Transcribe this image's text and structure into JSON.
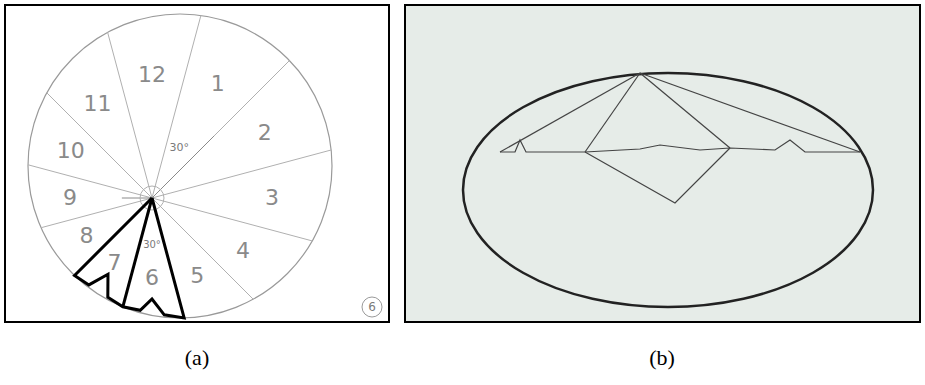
{
  "diagram": {
    "labels": [
      "12",
      "1",
      "2",
      "3",
      "4",
      "5",
      "6",
      "7",
      "8",
      "9",
      "10",
      "11",
      "30°",
      "30°",
      "6",
      "(a)",
      "(b)"
    ]
  }
}
